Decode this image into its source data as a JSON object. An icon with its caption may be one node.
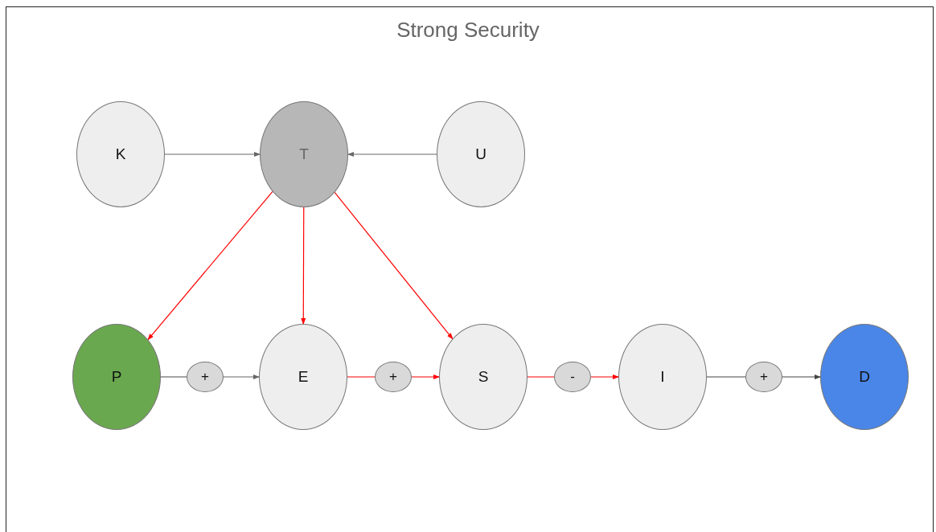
{
  "diagram": {
    "title": "Strong Security",
    "nodes": [
      {
        "text": [
          "K"
        ]
      },
      {
        "text": [
          "T"
        ]
      },
      {
        "text": [
          "U"
        ]
      },
      {
        "text": [
          "P"
        ]
      },
      {
        "text": [
          "E"
        ]
      },
      {
        "text": [
          "S"
        ]
      },
      {
        "text": [
          "I"
        ]
      },
      {
        "text": [
          "D"
        ]
      },
      {
        "text": [
          "+"
        ]
      },
      {
        "text": [
          "+"
        ]
      },
      {
        "text": [
          "-"
        ]
      },
      {
        "text": [
          "+"
        ]
      }
    ],
    "edges": [
      {
        "from": 0,
        "to": 1,
        "arrow": "to",
        "color": "#666666"
      },
      {
        "from": 2,
        "to": 1,
        "arrow": "to",
        "color": "#666666"
      },
      {
        "from": 1,
        "to": 3,
        "arrow": "to"
      },
      {
        "from": 1,
        "to": 4,
        "arrow": "to"
      },
      {
        "from": 1,
        "to": 5,
        "arrow": "to"
      },
      {
        "from": 3,
        "to": 8,
        "arrow": "none",
        "color": "#666666"
      },
      {
        "from": 8,
        "to": 4,
        "arrow": "to",
        "color": "#666666"
      },
      {
        "from": 4,
        "to": 9,
        "arrow": "none"
      },
      {
        "from": 9,
        "to": 5,
        "arrow": "to"
      },
      {
        "from": 5,
        "to": 10,
        "arrow": "none"
      },
      {
        "from": 10,
        "to": 6,
        "arrow": "to"
      },
      {
        "from": 6,
        "to": 11,
        "arrow": "none",
        "color": "#444444"
      },
      {
        "from": 11,
        "to": 7,
        "arrow": "to",
        "color": "#444444"
      }
    ]
  }
}
